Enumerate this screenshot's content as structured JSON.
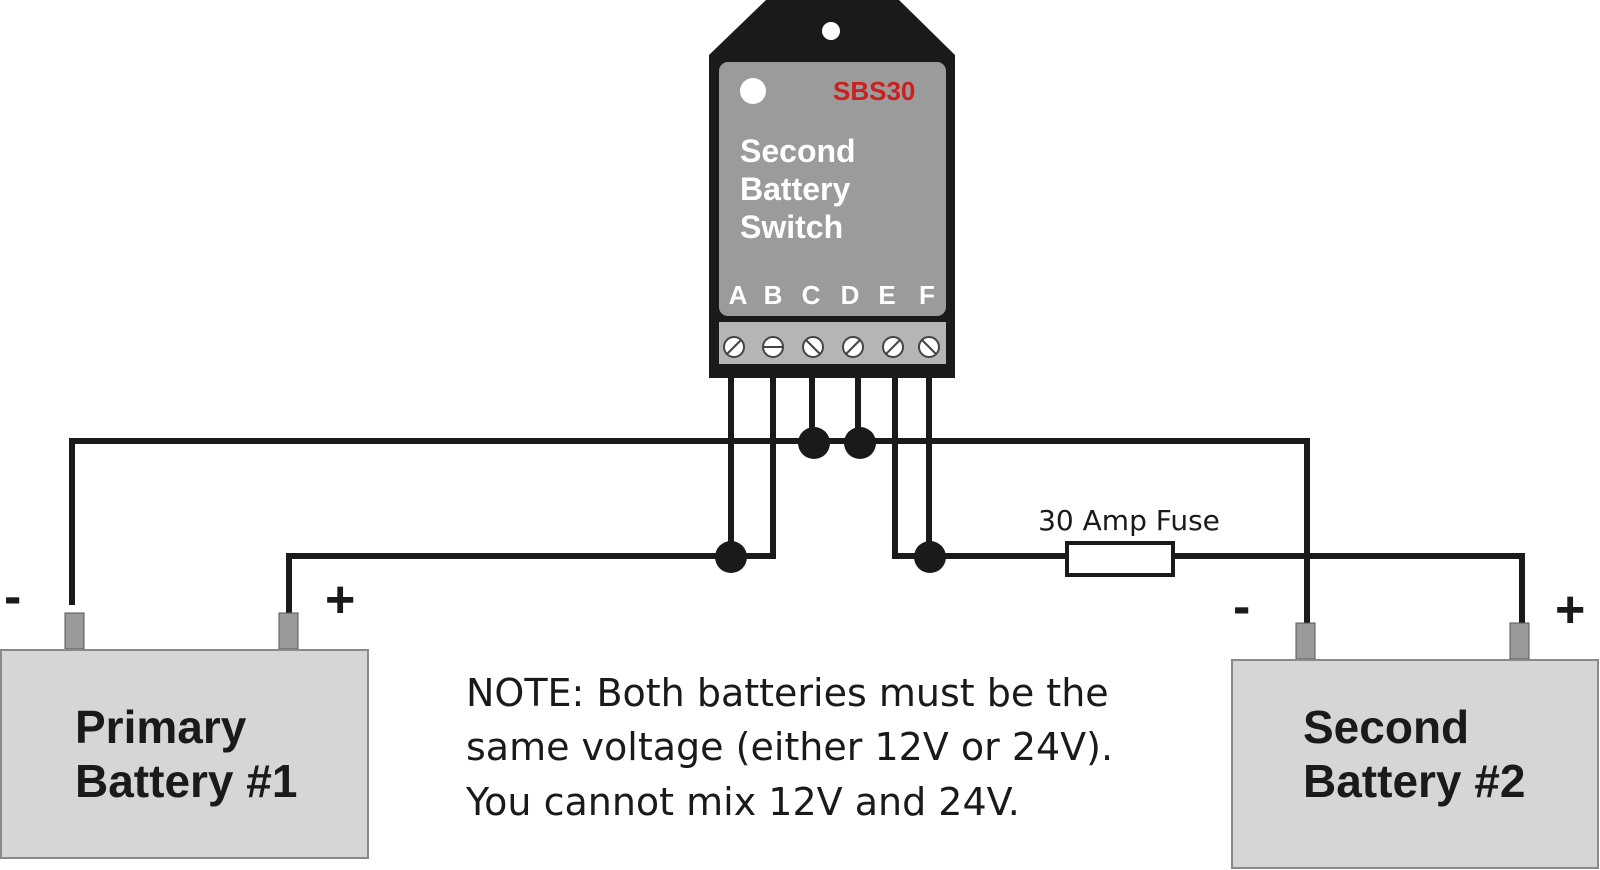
{
  "device": {
    "model": "SBS30",
    "title_lines": [
      "Second",
      "Battery",
      "Switch"
    ],
    "terminals": [
      "A",
      "B",
      "C",
      "D",
      "E",
      "F"
    ],
    "colors": {
      "housing": "#1a1a1a",
      "face": "#9b9b9b",
      "model_text": "#cc1f1f"
    }
  },
  "fuse": {
    "label": "30 Amp Fuse"
  },
  "primary_battery": {
    "label_lines": [
      "Primary",
      "Battery #1"
    ],
    "negative_label": "-",
    "positive_label": "+"
  },
  "second_battery": {
    "label_lines": [
      "Second",
      "Battery #2"
    ],
    "negative_label": "-",
    "positive_label": "+"
  },
  "note": {
    "lines": [
      "NOTE: Both batteries must be the",
      "same voltage (either 12V or 24V).",
      "You cannot mix 12V and 24V."
    ]
  }
}
